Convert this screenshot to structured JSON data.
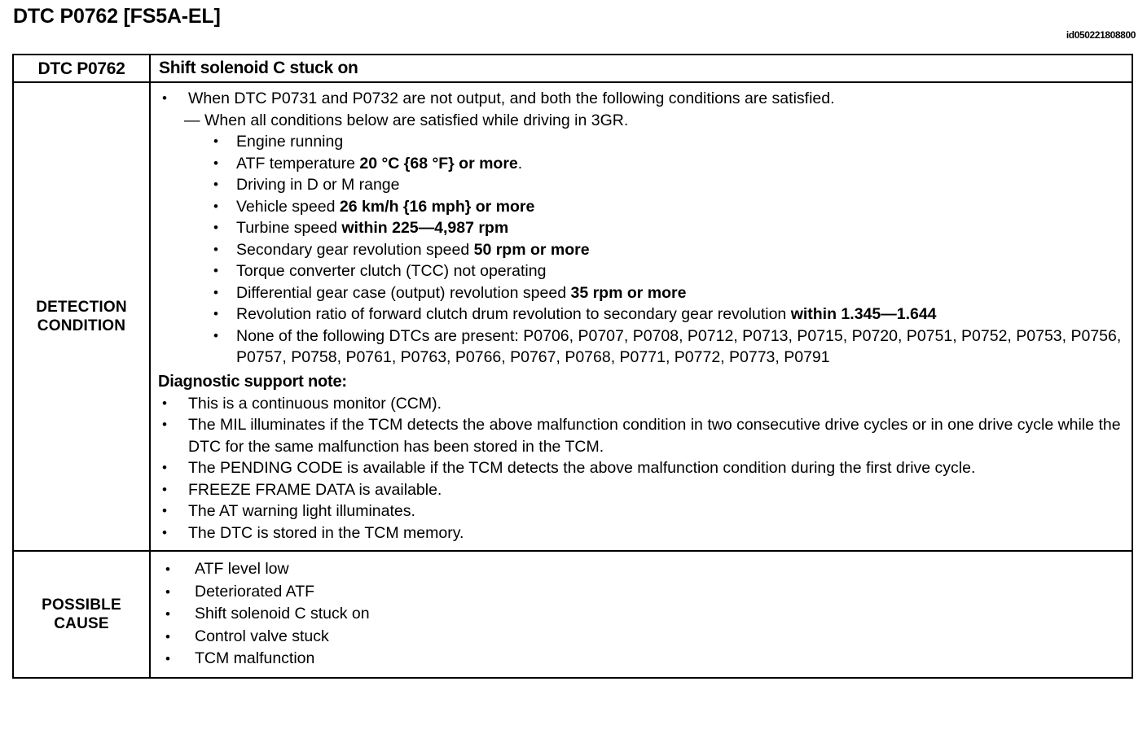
{
  "header": {
    "title": "DTC P0762 [FS5A-EL]",
    "doc_id": "id050221808800"
  },
  "table": {
    "header_row": {
      "code_label": "DTC P0762",
      "description": "Shift solenoid C stuck on"
    },
    "detection_condition": {
      "label_line1": "DETECTION",
      "label_line2": "CONDITION",
      "intro_bullet": "When DTC P0731 and P0732 are not output, and both the following conditions are satisfied.",
      "sub_intro": "When all conditions below are satisfied while driving in 3GR.",
      "conditions": [
        {
          "text": "Engine running",
          "bold": ""
        },
        {
          "text": "ATF temperature ",
          "bold": "20 °C {68 °F} or more",
          "tail": "."
        },
        {
          "text": "Driving in D or M range",
          "bold": ""
        },
        {
          "text": "Vehicle speed ",
          "bold": "26 km/h {16 mph} or more",
          "tail": ""
        },
        {
          "text": "Turbine speed ",
          "bold": "within 225—4,987 rpm",
          "tail": ""
        },
        {
          "text": "Secondary gear revolution speed ",
          "bold": "50 rpm or more",
          "tail": ""
        },
        {
          "text": "Torque converter clutch (TCC) not operating",
          "bold": ""
        },
        {
          "text": "Differential gear case (output) revolution speed ",
          "bold": "35 rpm or more",
          "tail": ""
        },
        {
          "text": "Revolution ratio of forward clutch drum revolution to secondary gear revolution ",
          "bold": "within 1.345—1.644",
          "tail": ""
        },
        {
          "text": "None of the following DTCs are present: P0706, P0707, P0708, P0712, P0713, P0715, P0720, P0751, P0752, P0753, P0756, P0757, P0758, P0761, P0763, P0766, P0767, P0768, P0771, P0772, P0773, P0791",
          "bold": ""
        }
      ],
      "note_heading": "Diagnostic support note:",
      "notes": [
        "This is a continuous monitor (CCM).",
        "The MIL illuminates if the TCM detects the above malfunction condition in two consecutive drive cycles or in one drive cycle while the DTC for the same malfunction has been stored in the TCM.",
        "The PENDING CODE is available if the TCM detects the above malfunction condition during the first drive cycle.",
        "FREEZE FRAME DATA is available.",
        "The AT warning light illuminates.",
        "The DTC is stored in the TCM memory."
      ]
    },
    "possible_cause": {
      "label_line1": "POSSIBLE",
      "label_line2": "CAUSE",
      "causes": [
        "ATF level low",
        "Deteriorated ATF",
        "Shift solenoid C stuck on",
        "Control valve stuck",
        "TCM malfunction"
      ]
    }
  },
  "glyphs": {
    "bullet": "•",
    "dash": "—"
  }
}
